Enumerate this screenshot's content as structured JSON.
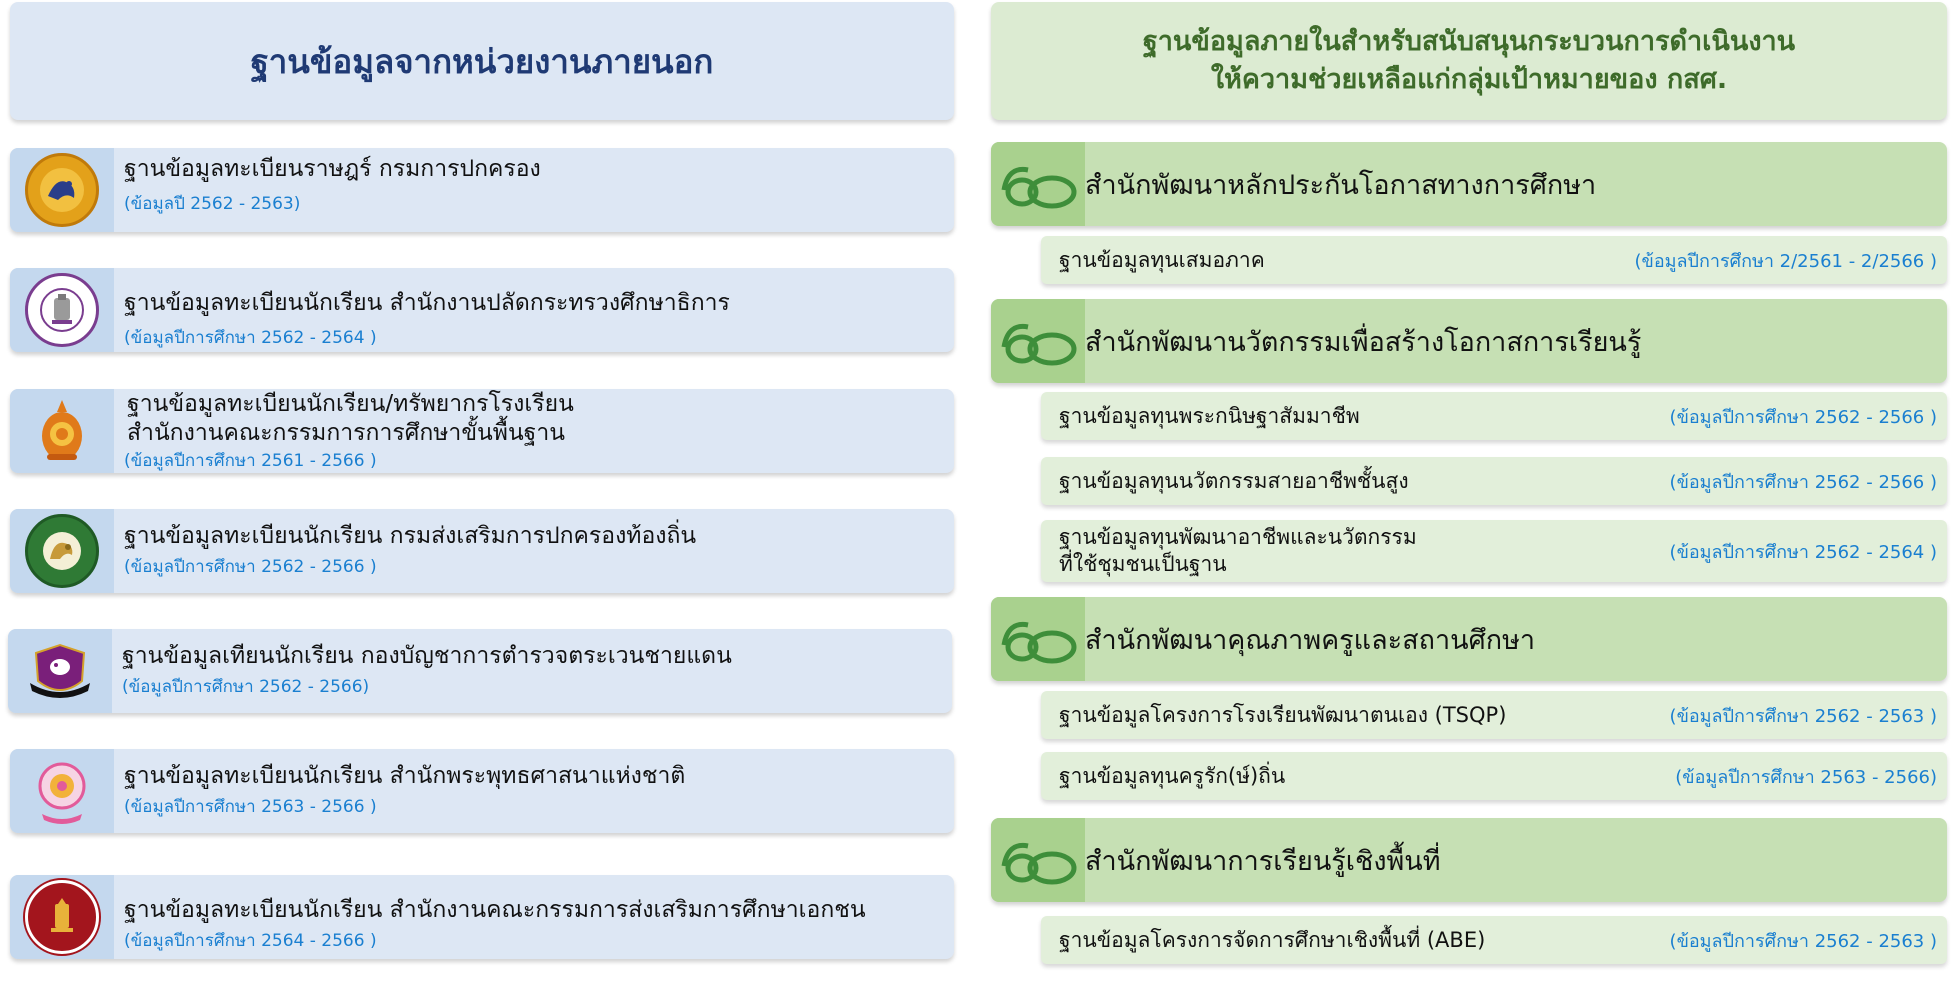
{
  "left": {
    "title": "ฐานข้อมูลจากหน่วยงานภายนอก",
    "cards": [
      {
        "name": "ฐานข้อมูลทะเบียนราษฎร์ กรมการปกครอง",
        "years": "(ข้อมูลปี 2562 - 2563)",
        "icon": "dopa-seal-icon",
        "color": "#e3a11a"
      },
      {
        "name": "ฐานข้อมูลทะเบียนนักเรียน สำนักงานปลัดกระทรวงศึกษาธิการ",
        "years": "(ข้อมูลปีการศึกษา 2562 - 2564 )",
        "icon": "moe-seal-icon",
        "color": "#7a3d8f"
      },
      {
        "name_line1": "ฐานข้อมูลทะเบียนนักเรียน/ทรัพยากรโรงเรียน",
        "name_line2": "สำนักงานคณะกรรมการการศึกษาขั้นพื้นฐาน",
        "years": "(ข้อมูลปีการศึกษา 2561 - 2566 )",
        "icon": "obec-seal-icon",
        "color": "#e07a1a"
      },
      {
        "name": "ฐานข้อมูลทะเบียนนักเรียน กรมส่งเสริมการปกครองท้องถิ่น",
        "years": "(ข้อมูลปีการศึกษา 2562 - 2566 )",
        "icon": "dla-seal-icon",
        "color": "#2f7a35"
      },
      {
        "name": "ฐานข้อมูลเทียนนักเรียน กองบัญชาการตำรวจตระเวนชายแดน",
        "years": "(ข้อมูลปีการศึกษา 2562 - 2566)",
        "icon": "bpp-badge-icon",
        "color": "#7a1f7a"
      },
      {
        "name": "ฐานข้อมูลทะเบียนนักเรียน สำนักพระพุทธศาสนาแห่งชาติ",
        "years": "(ข้อมูลปีการศึกษา 2563 - 2566 )",
        "icon": "nob-dharma-wheel-icon",
        "color": "#e25b9a"
      },
      {
        "name": "ฐานข้อมูลทะเบียนนักเรียน สำนักงานคณะกรรมการส่งเสริมการศึกษาเอกชน",
        "years": "(ข้อมูลปีการศึกษา 2564 - 2566 )",
        "icon": "opec-seal-icon",
        "color": "#a3151d"
      }
    ]
  },
  "right": {
    "title_line1": "ฐานข้อมูลภายในสำหรับสนับสนุนกระบวนการดำเนินงาน",
    "title_line2": "ให้ความช่วยเหลือแก่กลุ่มเป้าหมายของ กสศ.",
    "offices": [
      {
        "name": "สำนักพัฒนาหลักประกันโอกาสทางการศึกษา",
        "icon": "eef-logo-icon",
        "rows": [
          {
            "name": "ฐานข้อมูลทุนเสมอภาค",
            "years": "(ข้อมูลปีการศึกษา 2/2561 - 2/2566 )"
          }
        ]
      },
      {
        "name": "สำนักพัฒนานวัตกรรมเพื่อสร้างโอกาสการเรียนรู้",
        "icon": "eef-logo-icon",
        "rows": [
          {
            "name": "ฐานข้อมูลทุนพระกนิษฐาสัมมาชีพ",
            "years": "(ข้อมูลปีการศึกษา 2562 - 2566 )"
          },
          {
            "name": "ฐานข้อมูลทุนนวัตกรรมสายอาชีพชั้นสูง",
            "years": "(ข้อมูลปีการศึกษา 2562 - 2566 )"
          },
          {
            "name_line1": "ฐานข้อมูลทุนพัฒนาอาชีพและนวัตกรรม",
            "name_line2": "ที่ใช้ชุมชนเป็นฐาน",
            "years": "(ข้อมูลปีการศึกษา 2562 - 2564 )"
          }
        ]
      },
      {
        "name": "สำนักพัฒนาคุณภาพครูและสถานศึกษา",
        "icon": "eef-logo-icon",
        "rows": [
          {
            "name": "ฐานข้อมูลโครงการโรงเรียนพัฒนาตนเอง (TSQP)",
            "years": "(ข้อมูลปีการศึกษา 2562 - 2563 )"
          },
          {
            "name": "ฐานข้อมูลทุนครูรัก(ษ์)ถิ่น",
            "years": "(ข้อมูลปีการศึกษา 2563 - 2566)"
          }
        ]
      },
      {
        "name": "สำนักพัฒนาการเรียนรู้เชิงพื้นที่",
        "icon": "eef-logo-icon",
        "rows": [
          {
            "name": "ฐานข้อมูลโครงการจัดการศึกษาเชิงพื้นที่ (ABE)",
            "years": "(ข้อมูลปีการศึกษา 2562 - 2563 )"
          }
        ]
      }
    ]
  }
}
